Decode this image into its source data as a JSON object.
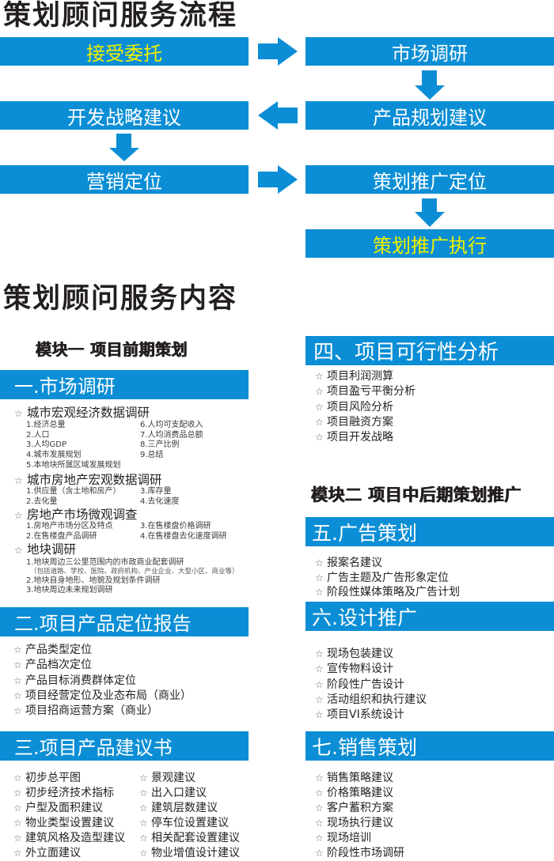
{
  "flow": {
    "title": "策划顾问服务流程",
    "steps": {
      "accept_commission": "接受委托",
      "market_research": "市场调研",
      "product_planning": "产品规划建议",
      "development_strategy": "开发战略建议",
      "marketing_positioning": "营销定位",
      "promotion_positioning": "策划推广定位",
      "promotion_execution": "策划推广执行"
    },
    "highlight_color": "#f2f200",
    "box_color": "#0b8ed5"
  },
  "content": {
    "title": "策划顾问服务内容",
    "module1": {
      "title": "模块一  项目前期策划",
      "section1": {
        "title": "一.市场调研",
        "groups": [
          {
            "title": "城市宏观经济数据调研",
            "left": [
              "1.经济总量",
              "2.人口",
              "3.人均GDP",
              "4.城市发展规划",
              "5.本地块所属区域发展规划"
            ],
            "right": [
              "6.人均可支配收入",
              "7.人均消费品总额",
              "8.三产比例",
              "9.总结"
            ]
          },
          {
            "title": "城市房地产宏观数据调研",
            "left": [
              "1.供应量（含土地和房产）",
              "2.去化量"
            ],
            "right": [
              "3.库存量",
              "4.去化速度"
            ]
          },
          {
            "title": "房地产市场微观调查",
            "left": [
              "1.房地产市场分区及特点",
              "2.在售楼盘产品调研"
            ],
            "right": [
              "3.在售楼盘价格调研",
              "4.在售楼盘去化速度调研"
            ]
          },
          {
            "title": "地块调研",
            "items": [
              "1.地块周边三公里范围内的市政商业配套调研",
              "（包括道路、学校、医院、政府机构、产业企业、大型小区、商业等）",
              "2.地块自身地形、地貌及规划条件调研",
              "3.地块周边未来规划调研"
            ]
          }
        ]
      },
      "section2": {
        "title": "二.项目产品定位报告",
        "items": [
          "产品类型定位",
          "产品档次定位",
          "产品目标消费群体定位",
          "项目经营定位及业态布局（商业）",
          "项目招商运营方案（商业）"
        ]
      },
      "section3": {
        "title": "三.项目产品建议书",
        "left": [
          "初步总平图",
          "初步经济技术指标",
          "户型及面积建议",
          "物业类型设置建议",
          "建筑风格及造型建议",
          "外立面建议"
        ],
        "right": [
          "景观建议",
          "出入口建议",
          "建筑层数建议",
          "停车位设置建议",
          "相关配套设置建议",
          "物业增值设计建议"
        ]
      },
      "section4": {
        "title": "四、项目可行性分析",
        "items": [
          "项目利润测算",
          "项目盈亏平衡分析",
          "项目风险分析",
          "项目融资方案",
          "项目开发战略"
        ]
      }
    },
    "module2": {
      "title": "模块二  项目中后期策划推广",
      "section5": {
        "title": "五.广告策划",
        "items": [
          "报案名建议",
          "广告主题及广告形象定位",
          "阶段性媒体策略及广告计划"
        ]
      },
      "section6": {
        "title": "六.设计推广",
        "items": [
          "现场包装建议",
          "宣传物料设计",
          "阶段性广告设计",
          "活动组织和执行建议",
          "项目VI系统设计"
        ]
      },
      "section7": {
        "title": "七.销售策划",
        "items": [
          "销售策略建议",
          "价格策略建议",
          "客户蓄积方案",
          "现场执行建议",
          "现场培训",
          "阶段性市场调研"
        ]
      }
    },
    "star_glyph": "☆"
  }
}
